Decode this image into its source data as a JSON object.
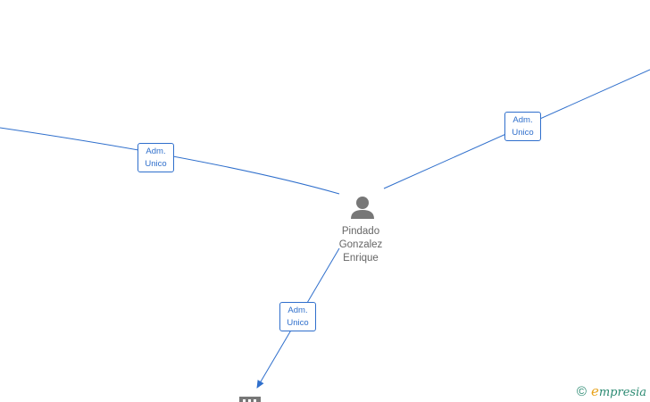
{
  "graph": {
    "center_person": {
      "name_lines": [
        "Pindado",
        "Gonzalez",
        "Enrique"
      ]
    },
    "edges": [
      {
        "id": "left",
        "label_line1": "Adm.",
        "label_line2": "Unico"
      },
      {
        "id": "right",
        "label_line1": "Adm.",
        "label_line2": "Unico"
      },
      {
        "id": "bottom",
        "label_line1": "Adm.",
        "label_line2": "Unico"
      }
    ]
  },
  "footer": {
    "copyright_symbol": "©",
    "brand_initial": "e",
    "brand_rest": "mpresia"
  },
  "colors": {
    "edge": "#2f6fcc",
    "person_icon": "#777777",
    "company_icon": "#777777",
    "brand_green": "#2b8a72",
    "brand_orange": "#e8a21a"
  }
}
